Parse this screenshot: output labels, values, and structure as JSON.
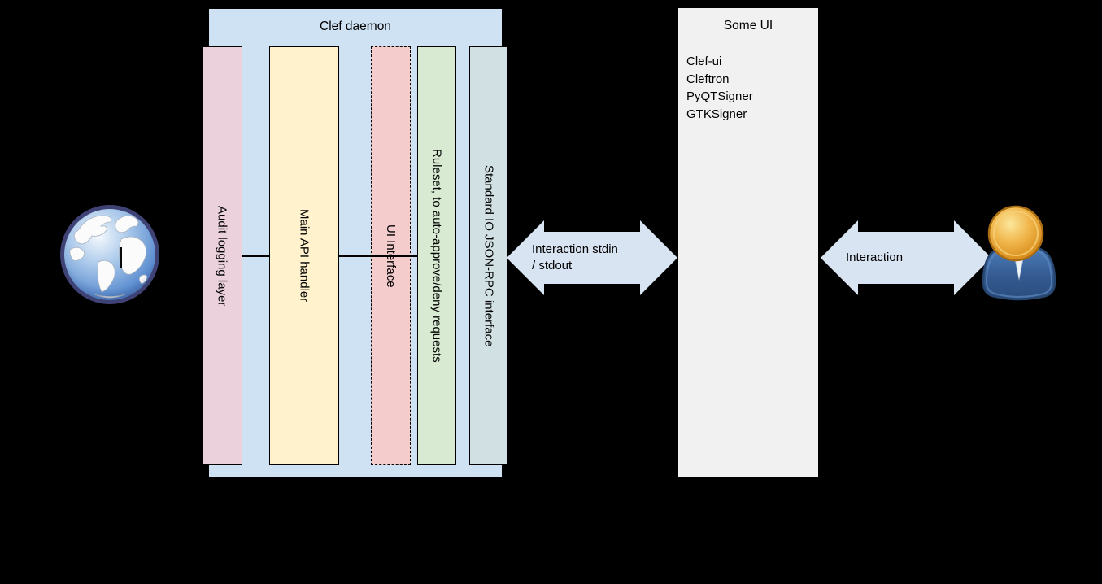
{
  "diagram": {
    "background": "#000000",
    "text_color": "#000000"
  },
  "clef_daemon": {
    "title": "Clef daemon",
    "fill": "#cfe2f3",
    "layers": [
      {
        "label": "Audit logging layer",
        "fill": "#ead1dc",
        "border_style": "solid"
      },
      {
        "label": "Main API handler",
        "fill": "#fff2cc",
        "border_style": "solid"
      },
      {
        "label": "UI Interface",
        "fill": "#f4cccc",
        "border_style": "dashed"
      },
      {
        "label": "Ruleset, to auto-approve/deny requests",
        "fill": "#d9ead3",
        "border_style": "solid"
      },
      {
        "label": "Standard IO JSON-RPC interface",
        "fill": "#d0e0e3",
        "border_style": "solid"
      }
    ]
  },
  "connectors": {
    "left_arrow": {
      "line1": "Interaction stdin",
      "line2": "/ stdout",
      "fill": "#d9e4f2"
    },
    "right_arrow": {
      "line1": "Interaction",
      "fill": "#d9e4f2"
    }
  },
  "some_ui": {
    "title": "Some UI",
    "fill": "#f1f1f1",
    "items": [
      "Clef-ui",
      "Cleftron",
      "PyQTSigner",
      "GTKSigner"
    ]
  },
  "icons": {
    "globe": "globe-icon",
    "user": "user-icon"
  }
}
